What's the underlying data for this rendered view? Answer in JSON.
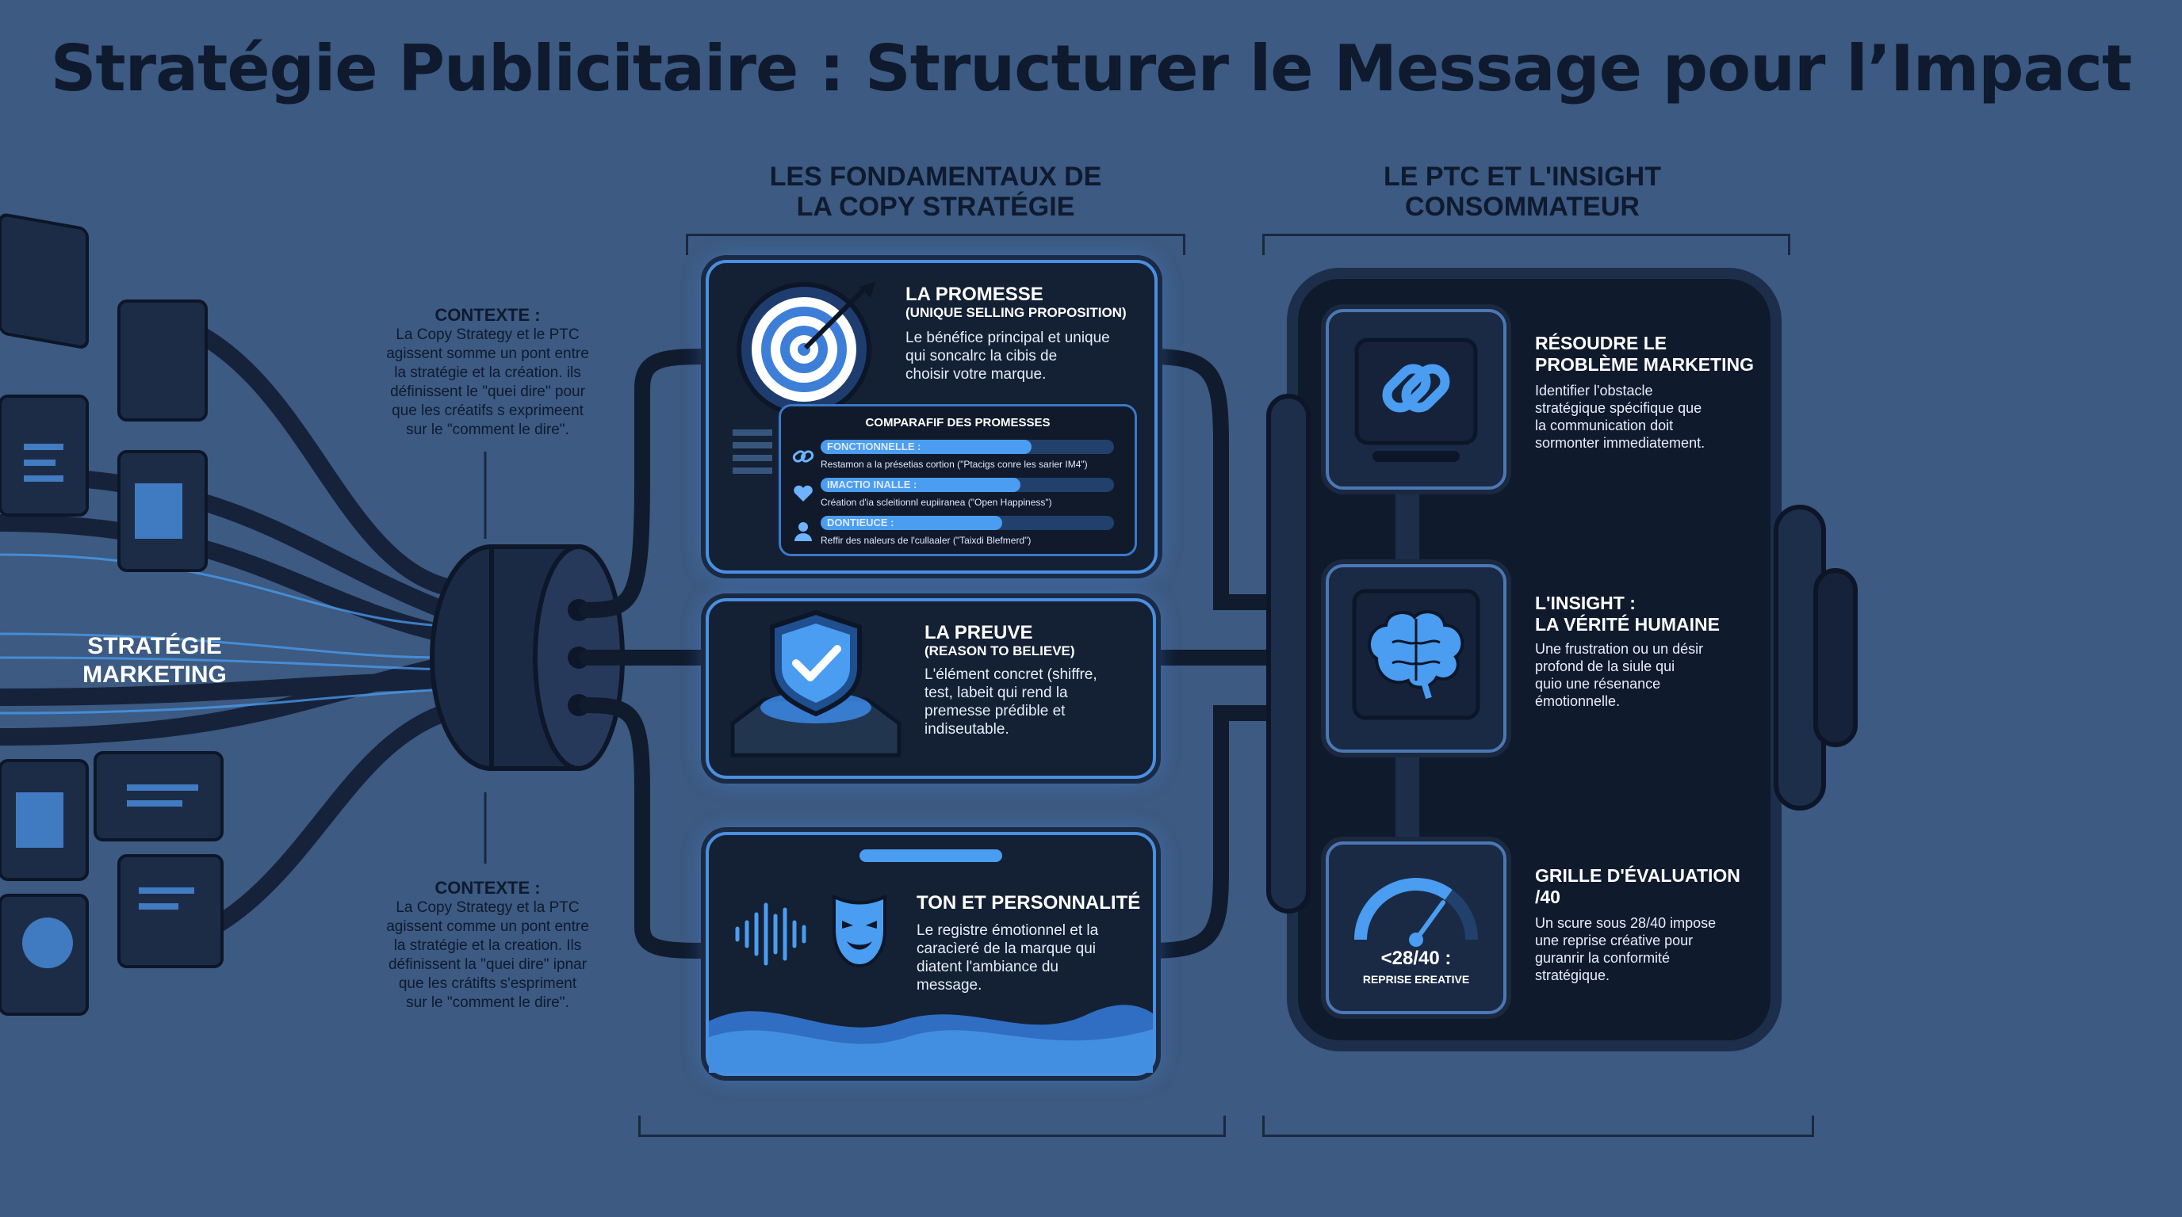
{
  "title": "Stratégie Publicitaire : Structurer le Message pour l’Impact",
  "left": {
    "hub_label_line1": "STRATÉGIE",
    "hub_label_line2": "MARKETING",
    "context_top": {
      "title": "CONTEXTE :",
      "body": [
        "La Copy Strategy et le PTC",
        "agissent somme un pont entre",
        "la stratégie et la création. ils",
        "définissent le \"quei dire\" pour",
        "que les créatifs s exprimeent",
        "sur le \"comment le dire\"."
      ]
    },
    "context_bottom": {
      "title": "CONTEXTE :",
      "body": [
        "La Copy Strategy et la PTC",
        "agissent comme un pont entre",
        "la stratégie et la creation. Ils",
        "définissent la \"quei dire\" ipnar",
        "que les crátifts s'espriment",
        "sur le \"comment le dire\"."
      ]
    }
  },
  "copy_strategy": {
    "heading_line1": "LES FONDAMENTAUX DE",
    "heading_line2": "LA COPY STRATÉGIE",
    "promesse": {
      "title": "LA PROMESSE",
      "subtitle": "(UNIQUE SELLING PROPOSITION)",
      "body": [
        "Le bénéfice principal et unique",
        "qui soncalrc la cibis de",
        "choisir votre marque."
      ],
      "comparatif": {
        "title": "COMPARAFIF DES PROMESSES",
        "rows": [
          {
            "icon": "link-icon",
            "label": "FONCTIONNELLE :",
            "text": "Restamon a la présetias cortion (\"Ptacigs conre les sarier IM4\")",
            "fill": 0.72
          },
          {
            "icon": "heart-icon",
            "label": "IMACTIO INALLE :",
            "text": "Création d'ia scleitionnl eupiiranea (\"Open Happiness\")",
            "fill": 0.68
          },
          {
            "icon": "user-icon",
            "label": "DONTIEUCE :",
            "text": "Reffir des naleurs de l'cullaaler (\"Taixdi Blefmerd\")",
            "fill": 0.62
          }
        ]
      }
    },
    "preuve": {
      "title": "LA PREUVE",
      "subtitle": "(REASON TO BELIEVE)",
      "body": [
        "L'élément concret (shiffre,",
        "test, labeit qui rend la",
        "premesse prédible et",
        "indiseutable."
      ]
    },
    "ton": {
      "title": "TON ET PERSONNALITÉ",
      "body": [
        "Le registre émotionnel et la",
        "caracìeré de la marque qui",
        "diatent l'ambiance du",
        "message."
      ]
    }
  },
  "ptc": {
    "heading_line1": "LE PTC ET L'INSIGHT",
    "heading_line2": "CONSOMMATEUR",
    "probleme": {
      "title_line1": "RÉSOUDRE LE",
      "title_line2": "PROBLÈME MARKETING",
      "body": [
        "Identifier l'obstacle",
        "stratégique spécifique que",
        "la communication doit",
        "sormonter immediatement."
      ]
    },
    "insight": {
      "title_line1": "L'INSIGHT :",
      "title_line2": "LA VÉRITÉ HUMAINE",
      "body": [
        "Une frustration ou un désir",
        "profond de la siule qui",
        "quio une résenance",
        "émotionnelle."
      ]
    },
    "grille": {
      "title_line1": "GRILLE D'ÉVALUATION",
      "title_line2": "/40",
      "gauge_value": "<28/40 :",
      "gauge_label": "REPRISE EREATIVE",
      "gauge_fill": 0.7,
      "body": [
        "Un scure sous 28/40 impose",
        "une reprise créative pour",
        "guranrir la conformité",
        "stratégique."
      ]
    }
  },
  "colors": {
    "background": "#3c5a82",
    "accent": "#4a8fe0",
    "dark": "#142033"
  }
}
